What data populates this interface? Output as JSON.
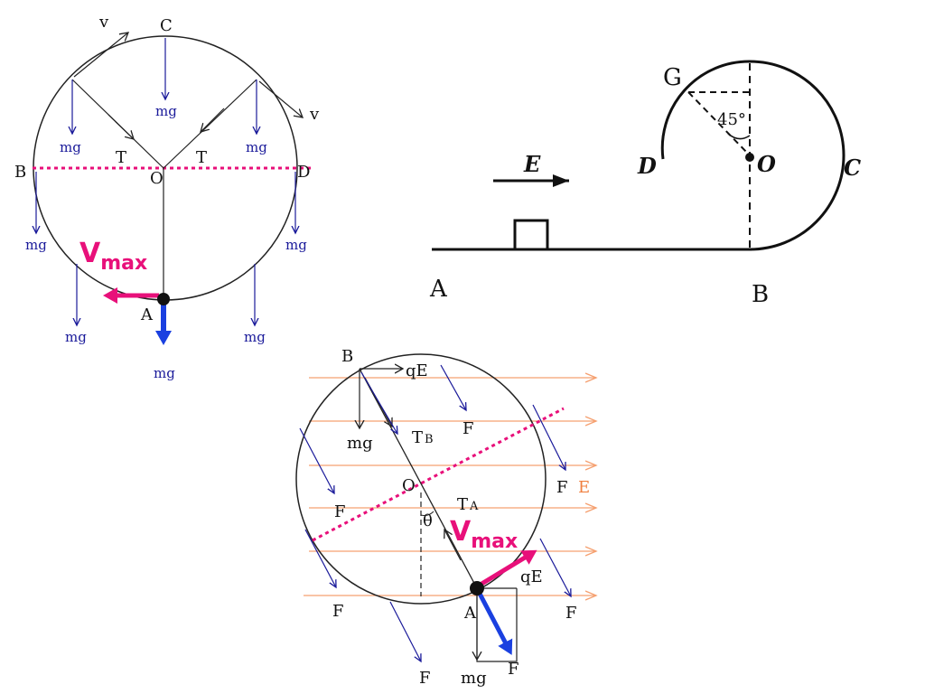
{
  "figure1": {
    "labels": {
      "v_top": "v",
      "v_right": "v",
      "C": "C",
      "B": "B",
      "D": "D",
      "O": "O",
      "A": "A",
      "T_left": "T",
      "T_right": "T",
      "mg": "mg",
      "vmax_v": "V",
      "vmax_sub": "max"
    }
  },
  "figure2": {
    "labels": {
      "G": "G",
      "angle": "45°",
      "D": "D",
      "O": "O",
      "C": "C",
      "E": "E",
      "A": "A",
      "B": "B"
    }
  },
  "figure3": {
    "labels": {
      "B": "B",
      "qE_top": "qE",
      "F": "F",
      "mg": "mg",
      "T_B": "T",
      "T_B_sub": "B",
      "O": "O",
      "E": "E",
      "theta": "θ",
      "T_A": "T",
      "T_A_sub": "A",
      "vmax_v": "V",
      "vmax_sub": "max",
      "qE_bottom": "qE",
      "A": "A"
    }
  },
  "colors": {
    "blue_arrow": "#1a1a9a",
    "pink": "#e8107a",
    "strong_blue": "#1a40e0",
    "orange": "#f5a070"
  }
}
